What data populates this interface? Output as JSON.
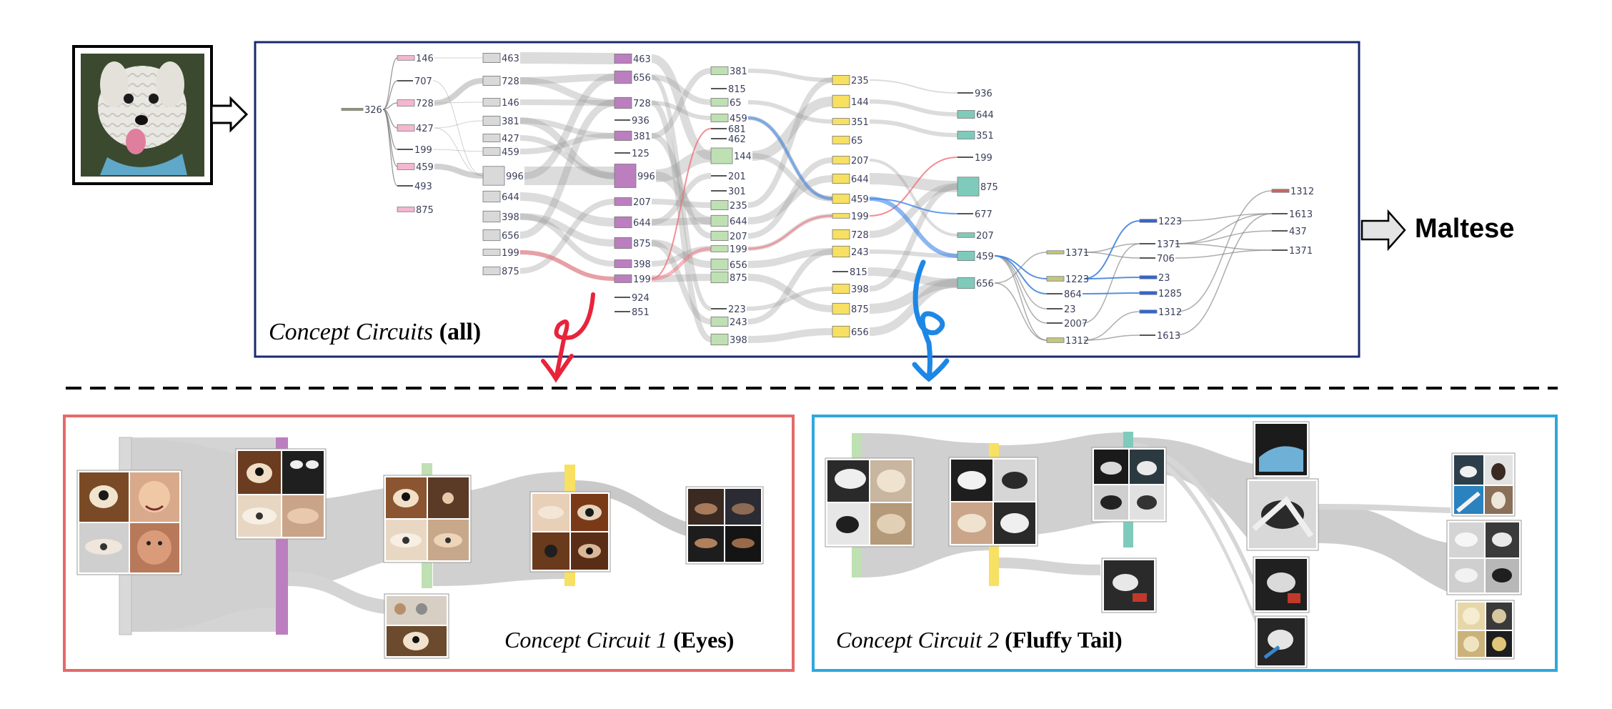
{
  "input": {
    "ellipsis": ". . ."
  },
  "output": {
    "label": "Maltese"
  },
  "top_panel": {
    "title_italic": "Concept Circuits",
    "title_rest": " (all)",
    "layers": [
      {
        "color": "#8f9a6a",
        "nodes": [
          {
            "id": "326",
            "w": 0.3
          }
        ]
      },
      {
        "color": "#f4b7cf",
        "nodes": [
          {
            "id": "146",
            "w": 0.3
          },
          {
            "id": "707",
            "w": 0
          },
          {
            "id": "728",
            "w": 0.4
          },
          {
            "id": "427",
            "w": 0.4
          },
          {
            "id": "199",
            "w": 0
          },
          {
            "id": "459",
            "w": 0.4
          },
          {
            "id": "493",
            "w": 0
          },
          {
            "id": "875",
            "w": 0.3
          }
        ]
      },
      {
        "color": "#d9d9d9",
        "nodes": [
          {
            "id": "463",
            "w": 0.6
          },
          {
            "id": "728",
            "w": 0.6
          },
          {
            "id": "146",
            "w": 0.5
          },
          {
            "id": "381",
            "w": 0.6
          },
          {
            "id": "427",
            "w": 0.5
          },
          {
            "id": "459",
            "w": 0.5
          },
          {
            "id": "996",
            "w": 1.2
          },
          {
            "id": "644",
            "w": 0.7
          },
          {
            "id": "398",
            "w": 0.7
          },
          {
            "id": "656",
            "w": 0.7
          },
          {
            "id": "199",
            "w": 0.4
          },
          {
            "id": "875",
            "w": 0.5
          }
        ]
      },
      {
        "color": "#bb7fbf",
        "nodes": [
          {
            "id": "463",
            "w": 0.6
          },
          {
            "id": "656",
            "w": 0.8
          },
          {
            "id": "728",
            "w": 0.7
          },
          {
            "id": "936",
            "w": 0
          },
          {
            "id": "381",
            "w": 0.6
          },
          {
            "id": "125",
            "w": 0
          },
          {
            "id": "996",
            "w": 1.5
          },
          {
            "id": "207",
            "w": 0.5
          },
          {
            "id": "644",
            "w": 0.7
          },
          {
            "id": "875",
            "w": 0.7
          },
          {
            "id": "398",
            "w": 0.5
          },
          {
            "id": "199",
            "w": 0.5
          },
          {
            "id": "924",
            "w": 0
          },
          {
            "id": "851",
            "w": 0
          }
        ]
      },
      {
        "color": "#bfe0b3",
        "nodes": [
          {
            "id": "381",
            "w": 0.5
          },
          {
            "id": "815",
            "w": 0
          },
          {
            "id": "65",
            "w": 0.5
          },
          {
            "id": "459",
            "w": 0.5
          },
          {
            "id": "681",
            "w": 0
          },
          {
            "id": "462",
            "w": 0
          },
          {
            "id": "144",
            "w": 1.0
          },
          {
            "id": "201",
            "w": 0
          },
          {
            "id": "301",
            "w": 0
          },
          {
            "id": "235",
            "w": 0.6
          },
          {
            "id": "644",
            "w": 0.7
          },
          {
            "id": "207",
            "w": 0.6
          },
          {
            "id": "199",
            "w": 0.4
          },
          {
            "id": "656",
            "w": 0.7
          },
          {
            "id": "875",
            "w": 0.7
          },
          {
            "id": "223",
            "w": 0
          },
          {
            "id": "243",
            "w": 0.6
          },
          {
            "id": "398",
            "w": 0.7
          }
        ]
      },
      {
        "color": "#f7e062",
        "nodes": [
          {
            "id": "235",
            "w": 0.6
          },
          {
            "id": "144",
            "w": 0.8
          },
          {
            "id": "351",
            "w": 0.4
          },
          {
            "id": "65",
            "w": 0.5
          },
          {
            "id": "207",
            "w": 0.5
          },
          {
            "id": "644",
            "w": 0.6
          },
          {
            "id": "459",
            "w": 0.6
          },
          {
            "id": "199",
            "w": 0.3
          },
          {
            "id": "728",
            "w": 0.6
          },
          {
            "id": "243",
            "w": 0.7
          },
          {
            "id": "815",
            "w": 0
          },
          {
            "id": "398",
            "w": 0.6
          },
          {
            "id": "875",
            "w": 0.7
          },
          {
            "id": "656",
            "w": 0.7
          }
        ]
      },
      {
        "color": "#7fcbbb",
        "nodes": [
          {
            "id": "936",
            "w": 0
          },
          {
            "id": "644",
            "w": 0.5
          },
          {
            "id": "351",
            "w": 0.5
          },
          {
            "id": "199",
            "w": 0
          },
          {
            "id": "875",
            "w": 1.2
          },
          {
            "id": "677",
            "w": 0
          },
          {
            "id": "207",
            "w": 0.3
          },
          {
            "id": "459",
            "w": 0.6
          },
          {
            "id": "656",
            "w": 0.7
          }
        ]
      },
      {
        "color": "#c3c77f",
        "nodes": [
          {
            "id": "1371",
            "w": 0.2
          },
          {
            "id": "1223",
            "w": 0.3
          },
          {
            "id": "864",
            "w": 0
          },
          {
            "id": "23",
            "w": 0
          },
          {
            "id": "2007",
            "w": 0
          },
          {
            "id": "1312",
            "w": 0.3
          }
        ]
      },
      {
        "color": "#2f64d6",
        "nodes": [
          {
            "id": "1223",
            "w": 0.2
          },
          {
            "id": "1371",
            "w": 0
          },
          {
            "id": "706",
            "w": 0
          },
          {
            "id": "23",
            "w": 0.2
          },
          {
            "id": "1285",
            "w": 0.2
          },
          {
            "id": "1312",
            "w": 0.2
          },
          {
            "id": "1613",
            "w": 0
          }
        ]
      },
      {
        "color": "#c7685f",
        "nodes": [
          {
            "id": "1312",
            "w": 0.2
          },
          {
            "id": "1613",
            "w": 0
          },
          {
            "id": "437",
            "w": 0
          },
          {
            "id": "1371",
            "w": 0
          }
        ]
      }
    ]
  },
  "sub_circuits": [
    {
      "title_italic": "Concept Circuit 1",
      "title_rest": " (Eyes)",
      "border": "#e46a6a"
    },
    {
      "title_italic": "Concept Circuit 2",
      "title_rest": " (Fluffy Tail)",
      "border": "#2fa7dc"
    }
  ],
  "colors": {
    "highlight_red": "#f0707a",
    "highlight_blue": "#3f86e8",
    "panel_border": "#1a2a6c"
  }
}
